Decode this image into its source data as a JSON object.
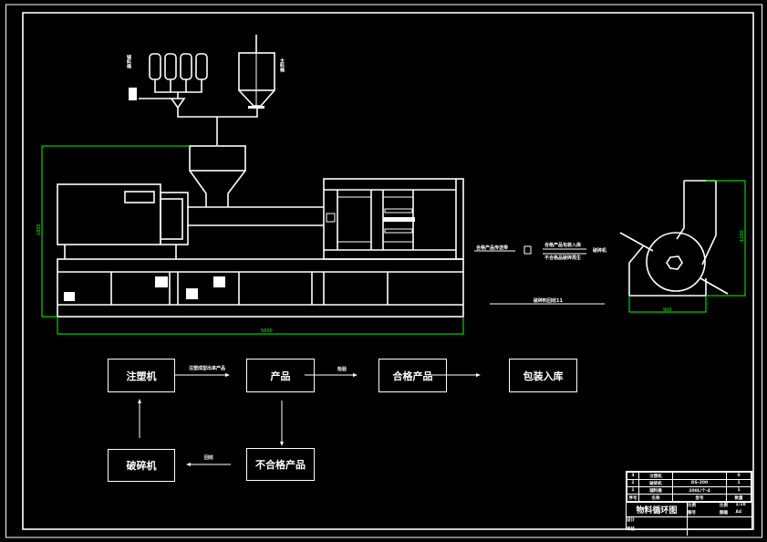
{
  "drawing": {
    "title": "物料循环图",
    "colors": {
      "background": "#000000",
      "lines": "#ffffff",
      "dimensions": "#00ff00"
    }
  },
  "equipment_labels": {
    "aux_bins": "辅料桶",
    "main_bin": "主料桶",
    "left_conveyor_label": "合格产品传送带",
    "qualified_label": "合格产品包装入库",
    "unqualified_label": "不合格品破碎再生",
    "crusher_label": "破碎机",
    "return_label": "破碎料回收11"
  },
  "dimensions": {
    "machine_height": "1800",
    "machine_length": "5600",
    "crusher_height": "1200",
    "crusher_width": "900"
  },
  "flow": {
    "boxes": [
      {
        "id": "injection",
        "label": "注塑机"
      },
      {
        "id": "product",
        "label": "产品"
      },
      {
        "id": "qualified",
        "label": "合格产品"
      },
      {
        "id": "packaging",
        "label": "包装入库"
      },
      {
        "id": "crusher",
        "label": "破碎机"
      },
      {
        "id": "unqualified",
        "label": "不合格产品"
      }
    ],
    "arrows": [
      {
        "from": "injection",
        "to": "product",
        "label": "注塑成型出来产品"
      },
      {
        "from": "product",
        "to": "qualified",
        "label": "检验"
      },
      {
        "from": "qualified",
        "to": "packaging",
        "label": ""
      },
      {
        "from": "product",
        "to": "unqualified",
        "label": ""
      },
      {
        "from": "unqualified",
        "to": "crusher",
        "label": "回收"
      },
      {
        "from": "crusher",
        "to": "injection",
        "label": ""
      }
    ]
  },
  "title_block": {
    "rows": [
      [
        "3",
        "注塑机",
        "",
        "0"
      ],
      [
        "2",
        "破碎机",
        "DS-200",
        "1"
      ],
      [
        "1",
        "辅料桶",
        "200L/个-4",
        "1"
      ],
      [
        "序号",
        "名称",
        "型号",
        "数量"
      ]
    ],
    "title": "物料循环图",
    "fields": [
      {
        "label": "比例",
        "value": ""
      },
      {
        "label": "图号",
        "value": ""
      },
      {
        "label": "比例",
        "value": "1:10"
      },
      {
        "label": "图幅",
        "value": "A4"
      },
      {
        "label": "设计",
        "value": ""
      },
      {
        "label": "审核",
        "value": ""
      }
    ]
  }
}
